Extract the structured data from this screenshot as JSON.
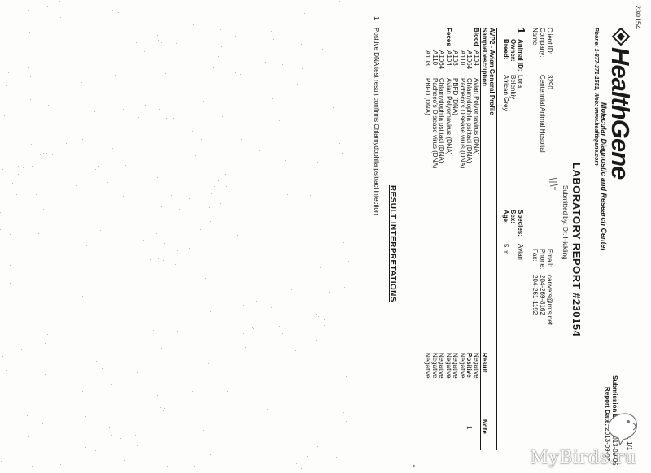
{
  "stamp_number": "230154",
  "logo": {
    "brand": "HealthGene",
    "tagline": "Molecular Diagnostic and Research Center",
    "contact": "Phone: 1-877-371-1551, Web: www.healthgene.com"
  },
  "header": {
    "page_label": "Page: 1/1",
    "title": "LABORATORY REPORT #230154",
    "submitted_by": "Submitted by: Dr. Hickling",
    "submission_date_label": "Submission Date:",
    "submission_date": "2013-09-05",
    "report_date_label": "Report Date:",
    "report_date": "2013-09-07"
  },
  "client": {
    "client_id_label": "Client ID:",
    "client_id": "3290",
    "company_label": "Company:",
    "company": "Centennial Animal Hospital",
    "name_label": "Name:",
    "email_label": "Email:",
    "email": "canvets@mts.net",
    "phone_label": "Phone:",
    "phone": "204-269-8162",
    "fax_label": "Fax:",
    "fax": "204-261-1192"
  },
  "animal": {
    "number": "1",
    "id_label": "Animal ID:",
    "id": "Lora",
    "owner_label": "Owner:",
    "owner": "Belenkiy",
    "breed_label": "Breed:",
    "breed": "African Grey",
    "species_label": "Species:",
    "species": "Avian",
    "sex_label": "Sex:",
    "sex": "",
    "age_label": "Age:",
    "age": "5 m"
  },
  "panel": {
    "title": "AVP2 - Avian General Profile",
    "headers": {
      "sample": "Sample",
      "description": "Description",
      "result": "Result",
      "note": "Note"
    },
    "rows": [
      {
        "sample": "Blood",
        "code": "A104",
        "test": "Avian Polyomavirus (DNA)",
        "result": "Negative",
        "note": "",
        "bold": false
      },
      {
        "sample": "",
        "code": "A1064",
        "test": "Chlamydophila psittaci (DNA)",
        "result": "Positive",
        "note": "1",
        "bold": true
      },
      {
        "sample": "",
        "code": "A110",
        "test": "Pacheco's Disease virus (DNA)",
        "result": "Negative",
        "note": "",
        "bold": false
      },
      {
        "sample": "",
        "code": "A108",
        "test": "PBFD (DNA)",
        "result": "Negative",
        "note": "",
        "bold": false
      },
      {
        "sample": "Feces",
        "code": "A104",
        "test": "Avian Polyomavirus (DNA)",
        "result": "Negative",
        "note": "",
        "bold": false
      },
      {
        "sample": "",
        "code": "A1064",
        "test": "Chlamydophila psittaci (DNA)",
        "result": "Negative",
        "note": "",
        "bold": false
      },
      {
        "sample": "",
        "code": "A110",
        "test": "Pacheco's Disease virus (DNA)",
        "result": "Negative",
        "note": "",
        "bold": false
      },
      {
        "sample": "",
        "code": "A108",
        "test": "PBFD (DNA)",
        "result": "Negative",
        "note": "",
        "bold": false
      }
    ]
  },
  "interpretation": {
    "heading": "RESULT INTERPRETATIONS",
    "items": [
      {
        "number": "1",
        "text": "Positive DNA test result confirms Chlamydophila psittaci infection"
      }
    ]
  },
  "watermark": "MyBirds.ru"
}
